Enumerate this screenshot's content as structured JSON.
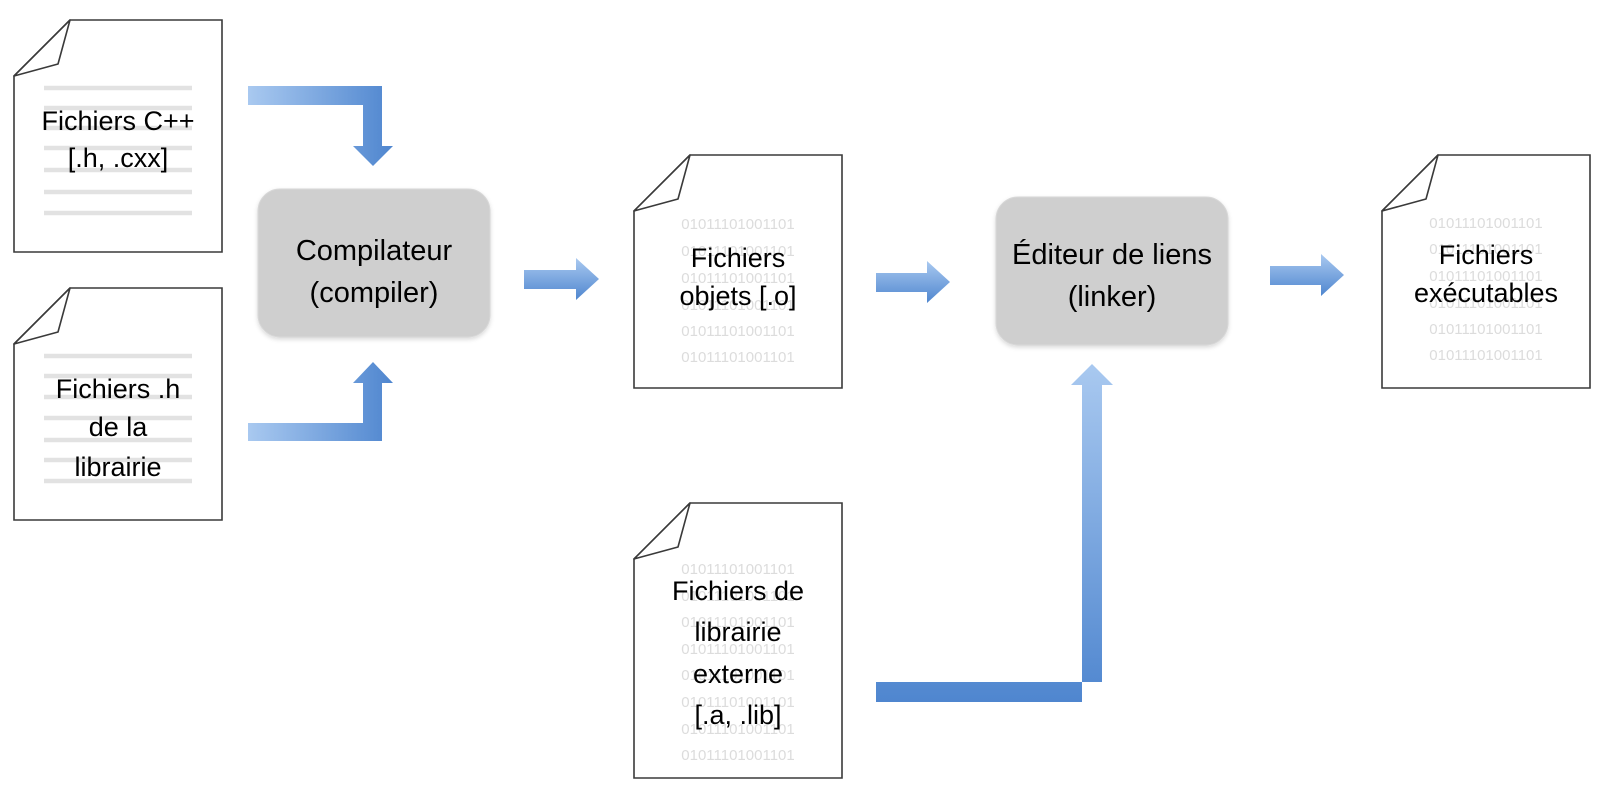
{
  "documents": {
    "cpp_files": {
      "lines": [
        "Fichiers C++",
        "[.h, .cxx]"
      ]
    },
    "lib_headers": {
      "lines": [
        "Fichiers .h",
        "de la",
        "librairie"
      ]
    },
    "object_files": {
      "lines": [
        "Fichiers",
        "objets [.o]"
      ],
      "binary_text": "01011101001101"
    },
    "external_lib": {
      "lines": [
        "Fichiers de",
        "librairie",
        "externe",
        "[.a, .lib]"
      ],
      "binary_text": "01011101001101"
    },
    "executables": {
      "lines": [
        "Fichiers",
        "exécutables"
      ],
      "binary_text": "01011101001101"
    }
  },
  "processes": {
    "compiler": {
      "lines": [
        "Compilateur",
        "(compiler)"
      ]
    },
    "linker": {
      "lines": [
        "Éditeur de liens",
        "(linker)"
      ]
    }
  },
  "colors": {
    "arrow_dark": "#5b93d8",
    "arrow_light": "#a9c9f0",
    "process_fill": "#cfcfcf",
    "document_stroke": "#3a3a3a"
  }
}
